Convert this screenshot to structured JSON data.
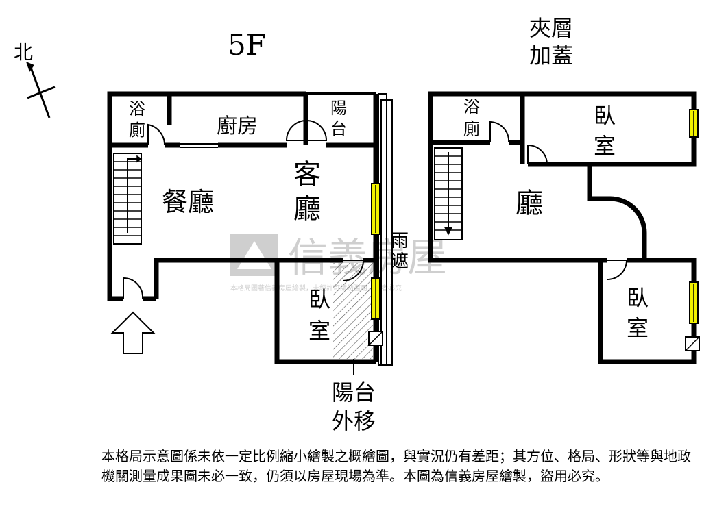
{
  "floor_5f": {
    "title": "5F",
    "north": "北",
    "rooms": {
      "bath_line1": "浴",
      "bath_line2": "廁",
      "kitchen": "廚房",
      "balcony_line1": "陽",
      "balcony_line2": "台",
      "dining": "餐廳",
      "living_line1": "客",
      "living_line2": "廳",
      "bedroom_line1": "臥",
      "bedroom_line2": "室",
      "canopy_line1": "雨",
      "canopy_line2": "遮",
      "balcony_moved_line1": "陽台",
      "balcony_moved_line2": "外移"
    }
  },
  "mezzanine": {
    "title_line1": "夾層",
    "title_line2": "加蓋",
    "rooms": {
      "bath_line1": "浴",
      "bath_line2": "廁",
      "hall": "廳",
      "bedroom1_line1": "臥",
      "bedroom1_line2": "室",
      "bedroom2_line1": "臥",
      "bedroom2_line2": "室"
    }
  },
  "watermark": {
    "brand": "信義房屋",
    "small": "本格局圖著信義房屋繪製，未經許可請勿盜用，違者必究"
  },
  "disclaimer": "本格局示意圖係未依一定比例縮小繪製之概繪圖，與實況仍有差距；其方位、格局、形狀等與地政機關測量成果圖未必一致，仍須以房屋現場為準。本圖為信義房屋繪製，盜用必究。",
  "colors": {
    "wall": "#000000",
    "window": "#f2f200",
    "watermark": "#cfcfcf"
  }
}
